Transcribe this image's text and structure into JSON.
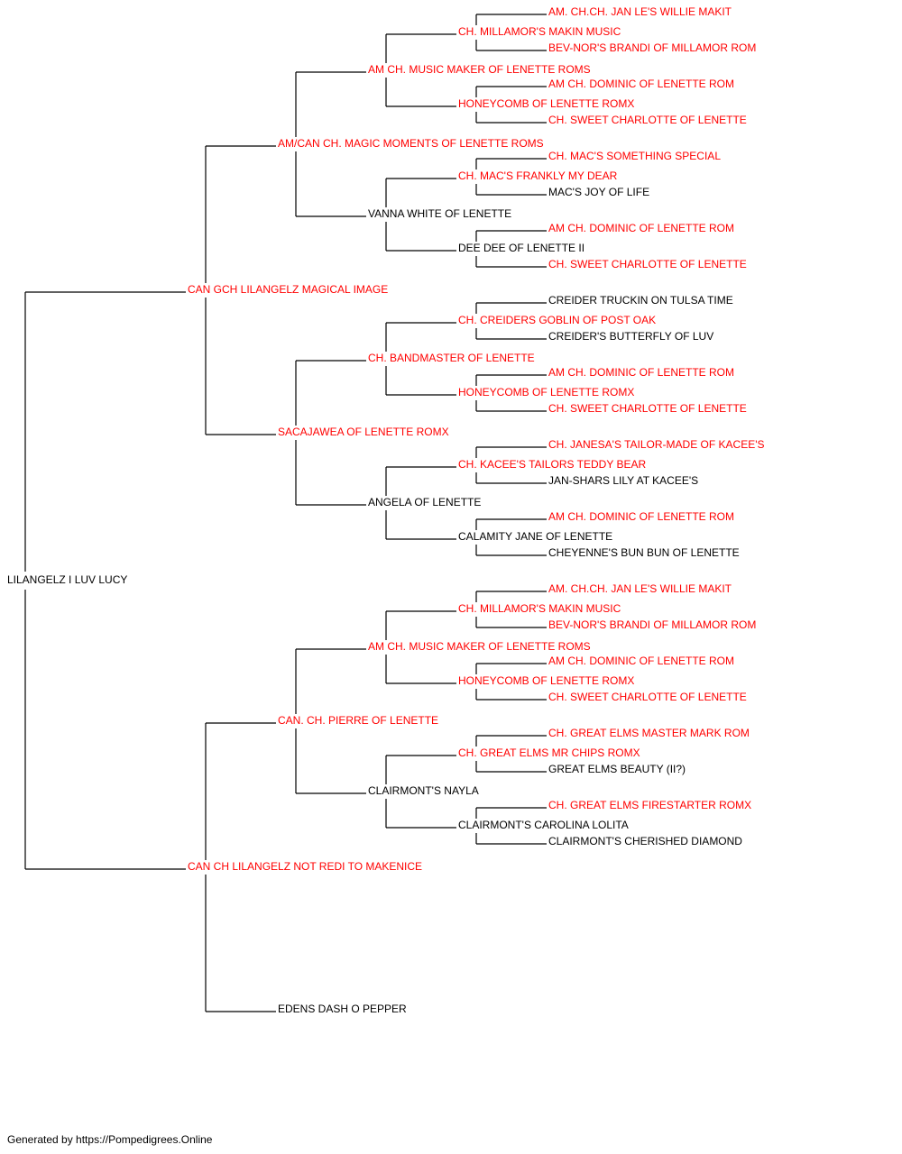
{
  "colors": {
    "champion": "#ff0000",
    "plain": "#000000",
    "line": "#000000"
  },
  "pedigree": {
    "name": "LILANGELZ I LUV LUCY",
    "red": false,
    "sire": {
      "name": "CAN GCH LILANGELZ MAGICAL IMAGE",
      "red": true,
      "sire": {
        "name": "AM/CAN CH. MAGIC MOMENTS OF LENETTE ROMS",
        "red": true,
        "sire": {
          "name": "AM CH. MUSIC MAKER OF LENETTE ROMS",
          "red": true,
          "sire": {
            "name": "CH. MILLAMOR'S MAKIN MUSIC",
            "red": true,
            "sire": {
              "name": "AM. CH.CH. JAN LE'S WILLIE MAKIT",
              "red": true
            },
            "dam": {
              "name": "BEV-NOR'S BRANDI OF MILLAMOR ROM",
              "red": true
            }
          },
          "dam": {
            "name": "HONEYCOMB OF LENETTE ROMX",
            "red": true,
            "sire": {
              "name": "AM CH. DOMINIC OF LENETTE ROM",
              "red": true
            },
            "dam": {
              "name": "CH. SWEET CHARLOTTE OF LENETTE",
              "red": true
            }
          }
        },
        "dam": {
          "name": "VANNA WHITE OF LENETTE",
          "red": false,
          "sire": {
            "name": "CH. MAC'S FRANKLY MY DEAR",
            "red": true,
            "sire": {
              "name": "CH. MAC'S SOMETHING SPECIAL",
              "red": true
            },
            "dam": {
              "name": "MAC'S JOY OF LIFE",
              "red": false
            }
          },
          "dam": {
            "name": "DEE DEE OF LENETTE II",
            "red": false,
            "sire": {
              "name": "AM CH. DOMINIC OF LENETTE ROM",
              "red": true
            },
            "dam": {
              "name": "CH. SWEET CHARLOTTE OF LENETTE",
              "red": true
            }
          }
        }
      },
      "dam": {
        "name": "SACAJAWEA OF LENETTE ROMX",
        "red": true,
        "sire": {
          "name": "CH. BANDMASTER OF LENETTE",
          "red": true,
          "sire": {
            "name": "CH. CREIDERS GOBLIN OF POST OAK",
            "red": true,
            "sire": {
              "name": "CREIDER TRUCKIN ON TULSA TIME",
              "red": false
            },
            "dam": {
              "name": "CREIDER'S BUTTERFLY OF LUV",
              "red": false
            }
          },
          "dam": {
            "name": "HONEYCOMB OF LENETTE ROMX",
            "red": true,
            "sire": {
              "name": "AM CH. DOMINIC OF LENETTE ROM",
              "red": true
            },
            "dam": {
              "name": "CH. SWEET CHARLOTTE OF LENETTE",
              "red": true
            }
          }
        },
        "dam": {
          "name": "ANGELA OF LENETTE",
          "red": false,
          "sire": {
            "name": "CH. KACEE'S TAILORS TEDDY BEAR",
            "red": true,
            "sire": {
              "name": "CH. JANESA'S TAILOR-MADE OF KACEE'S",
              "red": true
            },
            "dam": {
              "name": "JAN-SHARS LILY AT KACEE'S",
              "red": false
            }
          },
          "dam": {
            "name": "CALAMITY JANE OF LENETTE",
            "red": false,
            "sire": {
              "name": "AM CH. DOMINIC OF LENETTE ROM",
              "red": true
            },
            "dam": {
              "name": "CHEYENNE'S BUN BUN OF LENETTE",
              "red": false
            }
          }
        }
      }
    },
    "dam": {
      "name": "CAN CH LILANGELZ NOT REDI TO MAKENICE",
      "red": true,
      "sire": {
        "name": "CAN. CH. PIERRE OF LENETTE",
        "red": true,
        "sire": {
          "name": "AM CH. MUSIC MAKER OF LENETTE ROMS",
          "red": true,
          "sire": {
            "name": "CH. MILLAMOR'S MAKIN MUSIC",
            "red": true,
            "sire": {
              "name": "AM. CH.CH. JAN LE'S WILLIE MAKIT",
              "red": true
            },
            "dam": {
              "name": "BEV-NOR'S BRANDI OF MILLAMOR ROM",
              "red": true
            }
          },
          "dam": {
            "name": "HONEYCOMB OF LENETTE ROMX",
            "red": true,
            "sire": {
              "name": "AM CH. DOMINIC OF LENETTE ROM",
              "red": true
            },
            "dam": {
              "name": "CH. SWEET CHARLOTTE OF LENETTE",
              "red": true
            }
          }
        },
        "dam": {
          "name": "CLAIRMONT'S NAYLA",
          "red": false,
          "sire": {
            "name": "CH. GREAT ELMS MR CHIPS ROMX",
            "red": true,
            "sire": {
              "name": "CH. GREAT ELMS MASTER MARK ROM",
              "red": true
            },
            "dam": {
              "name": "GREAT ELMS BEAUTY (II?)",
              "red": false
            }
          },
          "dam": {
            "name": "CLAIRMONT'S CAROLINA LOLITA",
            "red": false,
            "sire": {
              "name": "CH. GREAT ELMS FIRESTARTER ROMX",
              "red": true
            },
            "dam": {
              "name": "CLAIRMONT'S CHERISHED DIAMOND",
              "red": false
            }
          }
        }
      },
      "dam": {
        "name": "EDENS DASH O PEPPER",
        "red": false
      }
    }
  },
  "footer": "Generated by https://Pompedigrees.Online"
}
